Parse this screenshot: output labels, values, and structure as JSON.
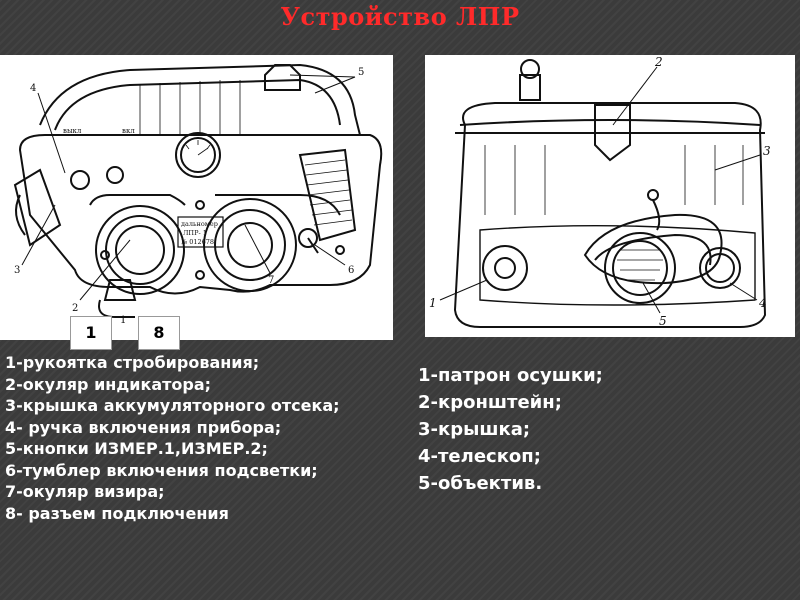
{
  "title": "Устройство ЛПР",
  "left_figure": {
    "callouts": [
      "1",
      "2",
      "3",
      "4",
      "5",
      "6",
      "7"
    ],
    "plate_lines": [
      "дальномер",
      "ЛПР- 1",
      "№ 012678"
    ],
    "switch_labels": [
      "выкл",
      "вкл"
    ]
  },
  "right_figure": {
    "callouts": [
      "1",
      "2",
      "3",
      "4",
      "5"
    ]
  },
  "boxed_labels": [
    "1",
    "8"
  ],
  "left_list": [
    "1-рукоятка стробирования;",
    "2-окуляр индикатора;",
    "3-крышка аккумуляторного отсека;",
    "4- ручка включения прибора;",
    "5-кнопки ИЗМЕР.1,ИЗМЕР.2;",
    "6-тумблер включения подсветки;",
    "7-окуляр визира;",
    "8- разъем подключения"
  ],
  "right_list": [
    "1-патрон осушки;",
    "2-кронштейн;",
    "3-крышка;",
    "4-телескоп;",
    "5-объектив."
  ],
  "colors": {
    "title": "#ff2a2a",
    "background": "#3b3b3b",
    "text": "#ffffff"
  }
}
